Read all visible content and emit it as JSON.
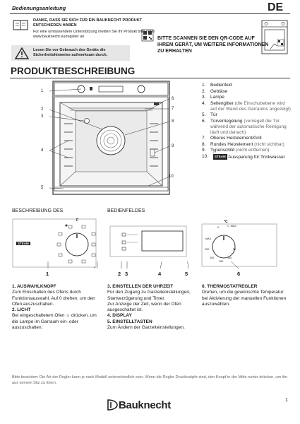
{
  "header": {
    "title": "Bedienungsanleitung",
    "lang": "DE"
  },
  "intro": {
    "thanks_bold": "DANKE, DASS SIE SICH FÜR EIN BAUKNECHT PRODUKT ENTSCHIEDEN HABEN",
    "thanks_text": "Für eine umfassendere Unterstützung melden Sie Ihr Produkt bitte unter www.bauknecht.eu/register an",
    "warning": "Lesen Sie vor Gebrauch des Geräts die Sicherheitshinweise aufmerksam durch.",
    "scan": "BITTE SCANNEN SIE DEN QR-CODE AUF IHREM GERÄT, UM WEITERE INFORMATIONEN ZU ERHALTEN"
  },
  "section": {
    "title": "PRODUKTBESCHREIBUNG"
  },
  "oven_callouts": [
    "1",
    "2",
    "3",
    "4",
    "5",
    "6",
    "7",
    "8",
    "9",
    "10"
  ],
  "parts": [
    {
      "num": "1.",
      "label": "Bedienfeld",
      "note": ""
    },
    {
      "num": "2.",
      "label": "Gebläse",
      "note": ""
    },
    {
      "num": "3.",
      "label": "Lampe",
      "note": ""
    },
    {
      "num": "4.",
      "label": "Seitengitter",
      "note": "(die Einschubebene wird auf der Wand des Garraums angezeigt)"
    },
    {
      "num": "5.",
      "label": "Tür",
      "note": ""
    },
    {
      "num": "6.",
      "label": "Türverriegelung",
      "note": "(verriegelt die Tür während der automatische Reinigung läuft und danach)"
    },
    {
      "num": "7.",
      "label": "Oberes Heizelement/Grill",
      "note": ""
    },
    {
      "num": "8.",
      "label": "Rundes Heizelement",
      "note": "(nicht sichtbar)"
    },
    {
      "num": "9.",
      "label": "Typenschild",
      "note": "(nicht entfernen)"
    }
  ],
  "part10": {
    "num": "10.",
    "badge": "STEAM",
    "label": "Aussparung für Trinkwasser"
  },
  "panel_desc": {
    "left": "BESCHREIBUNG DES",
    "right": "BEDIENFELDES"
  },
  "panel_labels": {
    "f": "F",
    "c": "°C",
    "badge": "STEAM",
    "zero": "0",
    "max": "MAX",
    "lim": "+/- MAX",
    "t50": "50",
    "t100": "100",
    "t150": "150",
    "t200": "200",
    "t250": "250"
  },
  "panel_numbers": [
    "1",
    "2",
    "3",
    "4",
    "5",
    "6"
  ],
  "controls": [
    {
      "title": "1. AUSWAHLKNOPF",
      "text": "Zum Einschalten des Ofens durch Funktionsauswahl. Auf 0 drehen, um den Ofen auszuschalten."
    },
    {
      "title": "2. LICHT",
      "text": "Bei eingeschaltetem Ofen ☼ drücken, um die Lampe im Garraum ein- oder auszuschalten."
    },
    {
      "title": "3. EINSTELLEN DER UHRZEIT",
      "text": "Für den Zugang zu Garzeiteinstellungen, Startverzögerung und Timer."
    },
    {
      "title": "",
      "text": "Zur Anzeige der Zeit, wenn der Ofen ausgeschaltet ist."
    },
    {
      "title": "4. DISPLAY",
      "text": ""
    },
    {
      "title": "5. EINSTELLTASTEN",
      "text": "Zum Ändern der Garzeiteinstellungen."
    },
    {
      "title": "6. THERMOSTATREGLER",
      "text": "Drehen, um die gewünschte Temperatur bei Aktivierung der manuellen Funktionen auszuwählen."
    }
  ],
  "footer": {
    "note": "Bitte beachten: Die Art der Regler kann je nach Modell unterschiedlich sein. Wenn die Regler Druckknöpfe sind, den Knopf in der Mitte runter drücken, um ihn aus seinem Sitz zu lösen.",
    "brand": "Bauknecht",
    "page": "1"
  }
}
